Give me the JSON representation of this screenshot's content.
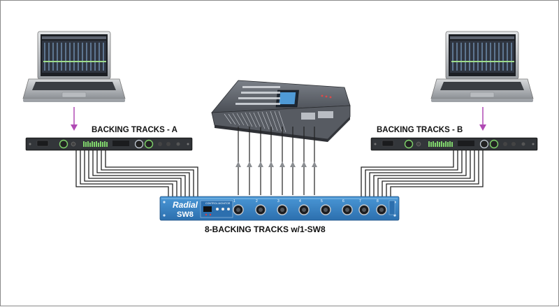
{
  "labels": {
    "backing_a": "BACKING TRACKS - A",
    "backing_b": "BACKING TRACKS - B",
    "caption": "8-BACKING TRACKS w/1-SW8"
  },
  "device": {
    "brand": "Radial",
    "model": "SW8",
    "panel_title": "CONTROL MONITOR",
    "channels": [
      "1",
      "2",
      "3",
      "4",
      "5",
      "6",
      "7",
      "8"
    ]
  },
  "colors": {
    "device_blue": "#3a86c8",
    "usb_arrow": "#b04ab4",
    "cable": "#222222",
    "rack_unit": "#2b2d30"
  },
  "icons": {
    "laptop_a": "laptop-icon",
    "laptop_b": "laptop-icon",
    "mixer": "mixing-console-icon",
    "interface": "audio-interface-icon"
  }
}
